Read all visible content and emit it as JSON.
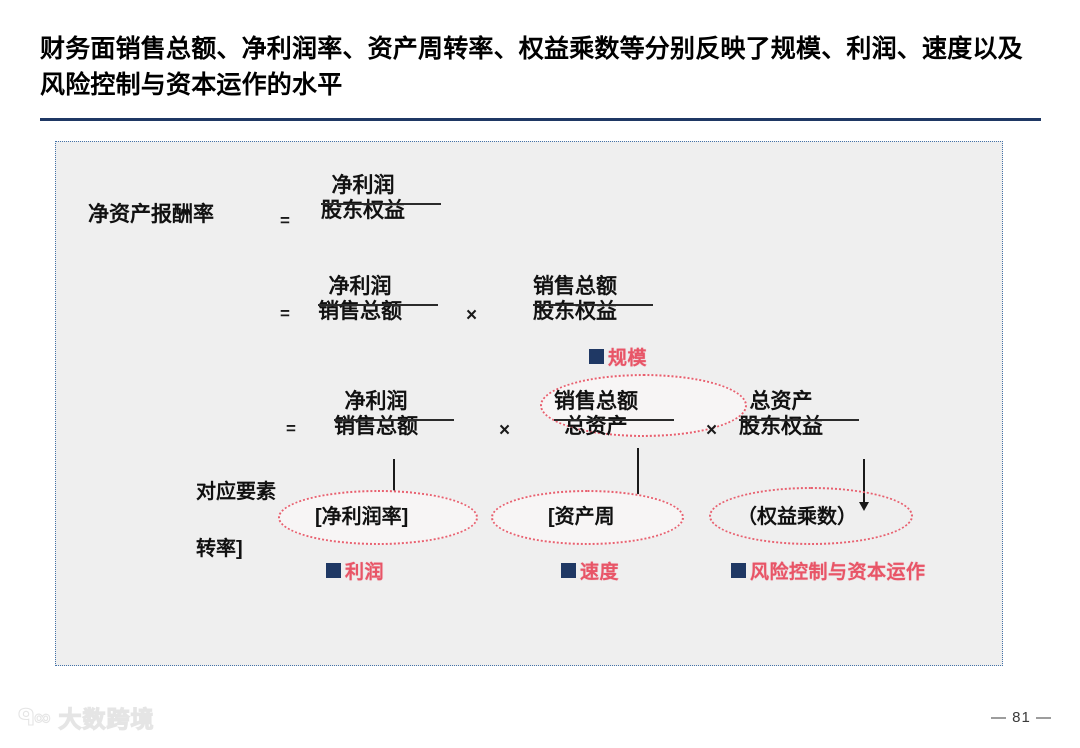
{
  "slide": {
    "title": "财务面销售总额、净利润率、资产周转率、权益乘数等分别反映了规模、利润、速度以及风险控制与资本运作的水平",
    "page_number": "— 81 —",
    "accent_color": "#1f3864",
    "annotation_color": "#e8485c",
    "panel_bg": "#efefef"
  },
  "diagram": {
    "row1": {
      "left_label": "净资产报酬率",
      "equals": "=",
      "fraction": {
        "numerator": "净利润",
        "denominator": "股东权益"
      }
    },
    "row2": {
      "equals": "=",
      "fraction_a": {
        "numerator": "净利润",
        "denominator": "销售总额"
      },
      "times": "×",
      "fraction_b": {
        "numerator": "销售总额",
        "denominator": "股东权益"
      }
    },
    "row3": {
      "equals": "=",
      "fraction_a": {
        "numerator": "净利润",
        "denominator": "销售总额"
      },
      "times_1": "×",
      "fraction_b": {
        "numerator": "销售总额",
        "denominator": "总资产"
      },
      "times_2": "×",
      "fraction_c": {
        "numerator": "总资产",
        "denominator": "股东权益"
      }
    },
    "side_labels": {
      "line1": "对应要素",
      "line2": "转率]"
    },
    "elements": [
      {
        "label": "[净利润率]"
      },
      {
        "label": "[资产周"
      },
      {
        "label": "（权益乘数）"
      }
    ],
    "annotations": {
      "scale": "规模",
      "profit": "利润",
      "speed": "速度",
      "risk": "风险控制与资本运作"
    }
  },
  "watermark": {
    "mark": "ᑫ∞",
    "text": "大数跨境"
  }
}
